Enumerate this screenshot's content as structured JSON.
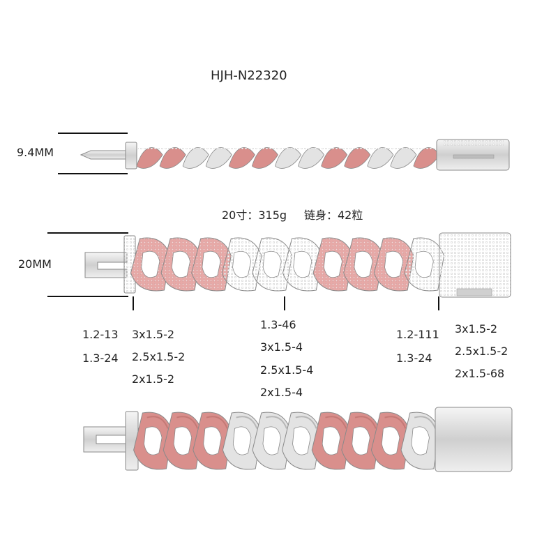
{
  "product_code": "HJH-N22320",
  "views": {
    "side": {
      "width_label": "9.4MM"
    },
    "top": {
      "width_label": "20MM",
      "weight_label": "20寸：315g",
      "links_label": "链身：42粒"
    },
    "bottom": {}
  },
  "stone_specs": {
    "left_a": [
      "1.2-13",
      "1.3-24"
    ],
    "left_b": [
      "3x1.5-2",
      "2.5x1.5-2",
      "2x1.5-2"
    ],
    "middle": [
      "1.3-46",
      "3x1.5-4",
      "2.5x1.5-4",
      "2x1.5-4"
    ],
    "right_a": [
      "1.2-111",
      "1.3-24"
    ],
    "right_b": [
      "3x1.5-2",
      "2.5x1.5-2",
      "2x1.5-68"
    ]
  },
  "colors": {
    "rose": "#d98f8c",
    "rose_dark": "#b86a68",
    "silver": "#e3e3e3",
    "silver_dark": "#9a9a9a",
    "outline": "#8a8a8a"
  },
  "link_pattern_top": [
    "rose",
    "rose",
    "rose",
    "silver",
    "silver",
    "silver",
    "rose",
    "rose",
    "rose",
    "silver"
  ],
  "link_pattern_bottom": [
    "rose",
    "rose",
    "rose",
    "silver",
    "silver",
    "silver",
    "rose",
    "rose",
    "rose",
    "silver"
  ]
}
